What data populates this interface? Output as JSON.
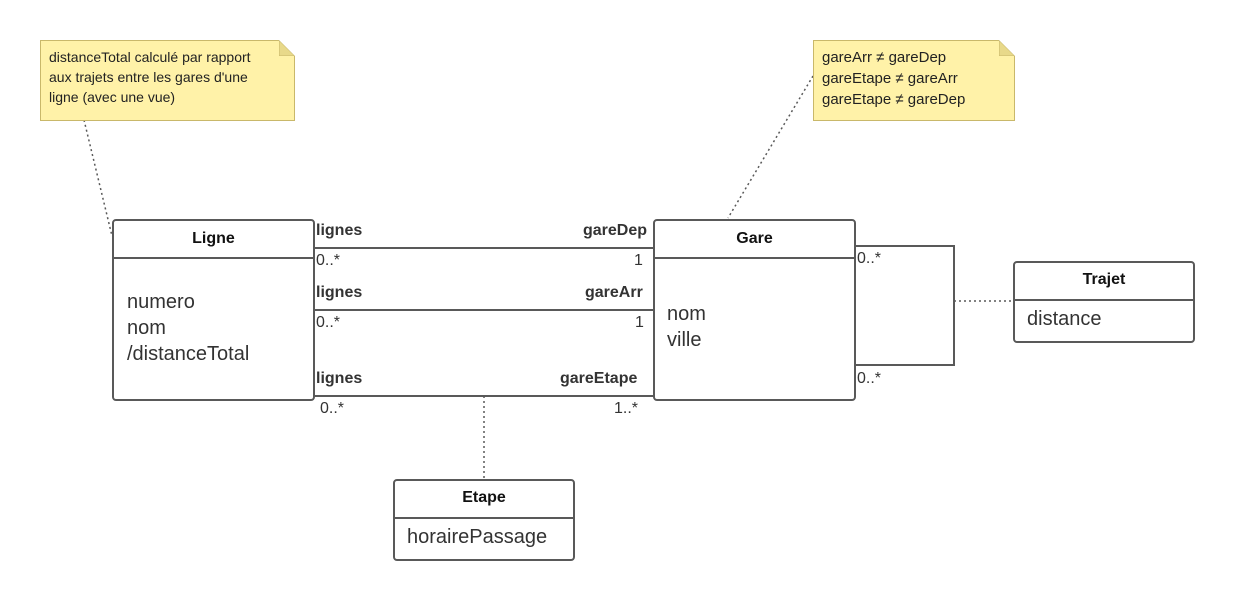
{
  "notes": {
    "distance": [
      "distanceTotal calculé par rapport",
      "aux trajets entre les gares d'une",
      "ligne (avec une vue)"
    ],
    "constraints": [
      "gareArr ≠ gareDep",
      "gareEtape ≠ gareArr",
      "gareEtape ≠ gareDep"
    ]
  },
  "classes": {
    "ligne": {
      "name": "Ligne",
      "attributes": [
        "numero",
        "nom",
        "/distanceTotal"
      ]
    },
    "gare": {
      "name": "Gare",
      "attributes": [
        "nom",
        "ville"
      ]
    },
    "trajet": {
      "name": "Trajet",
      "attributes": [
        "distance"
      ]
    },
    "etape": {
      "name": "Etape",
      "attributes": [
        "horairePassage"
      ]
    }
  },
  "associations": {
    "dep": {
      "role_left": "lignes",
      "mult_left": "0..*",
      "role_right": "gareDep",
      "mult_right": "1"
    },
    "arr": {
      "role_left": "lignes",
      "mult_left": "0..*",
      "role_right": "gareArr",
      "mult_right": "1"
    },
    "etape": {
      "role_left": "lignes",
      "mult_left": "0..*",
      "role_right": "gareEtape",
      "mult_right": "1..*"
    },
    "trajet": {
      "mult_top": "0..*",
      "mult_bottom": "0..*"
    }
  },
  "colors": {
    "note_fill": "#fff2a8",
    "border": "#595959",
    "line": "#595959"
  }
}
